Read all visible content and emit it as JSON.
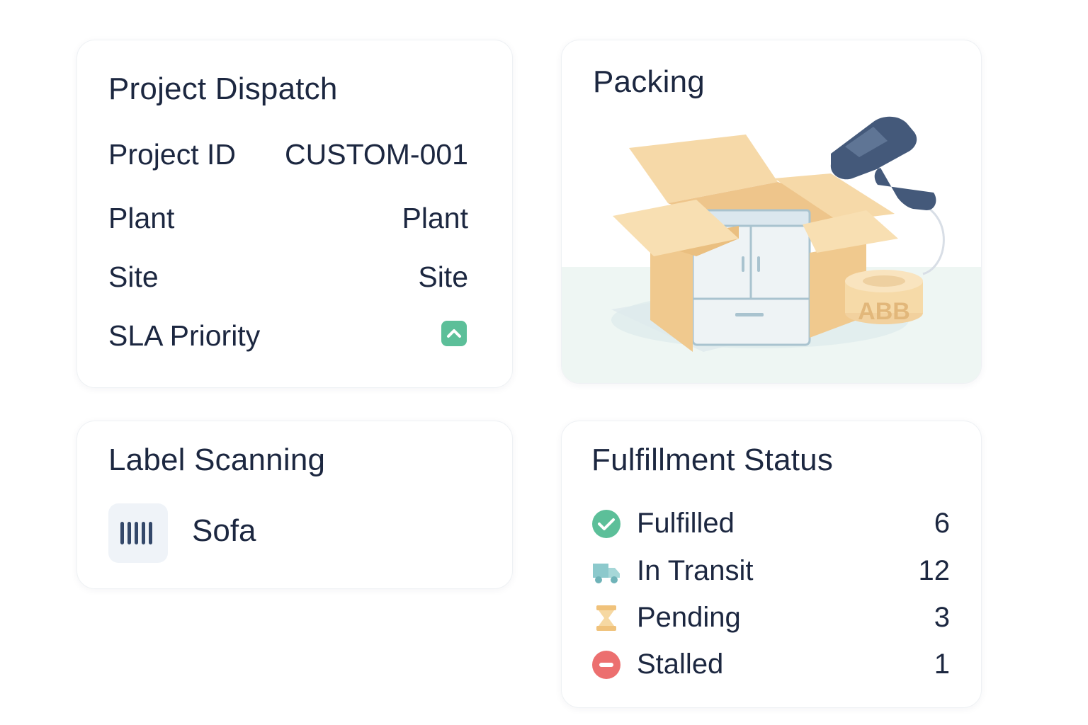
{
  "project_dispatch": {
    "title": "Project Dispatch",
    "fields": [
      {
        "label": "Project ID",
        "value": "CUSTOM-001"
      },
      {
        "label": "Plant",
        "value": "Plant"
      },
      {
        "label": "Site",
        "value": "Site"
      },
      {
        "label": "SLA Priority",
        "icon": "chevron-up-icon",
        "color": "#5cbf99"
      }
    ]
  },
  "packing": {
    "title": "Packing",
    "illustration_tape_text": "ABB"
  },
  "label_scanning": {
    "title": "Label Scanning",
    "item_icon": "barcode-icon",
    "item_name": "Sofa"
  },
  "fulfillment_status": {
    "title": "Fulfillment Status",
    "rows": [
      {
        "label": "Fulfilled",
        "count": "6",
        "icon": "check-circle-icon",
        "color": "#5cbf99"
      },
      {
        "label": "In Transit",
        "count": "12",
        "icon": "truck-icon",
        "color": "#8cc9cc"
      },
      {
        "label": "Pending",
        "count": "3",
        "icon": "hourglass-icon",
        "color": "#f4cf93"
      },
      {
        "label": "Stalled",
        "count": "1",
        "icon": "minus-circle-icon",
        "color": "#ec6f6f"
      }
    ]
  }
}
